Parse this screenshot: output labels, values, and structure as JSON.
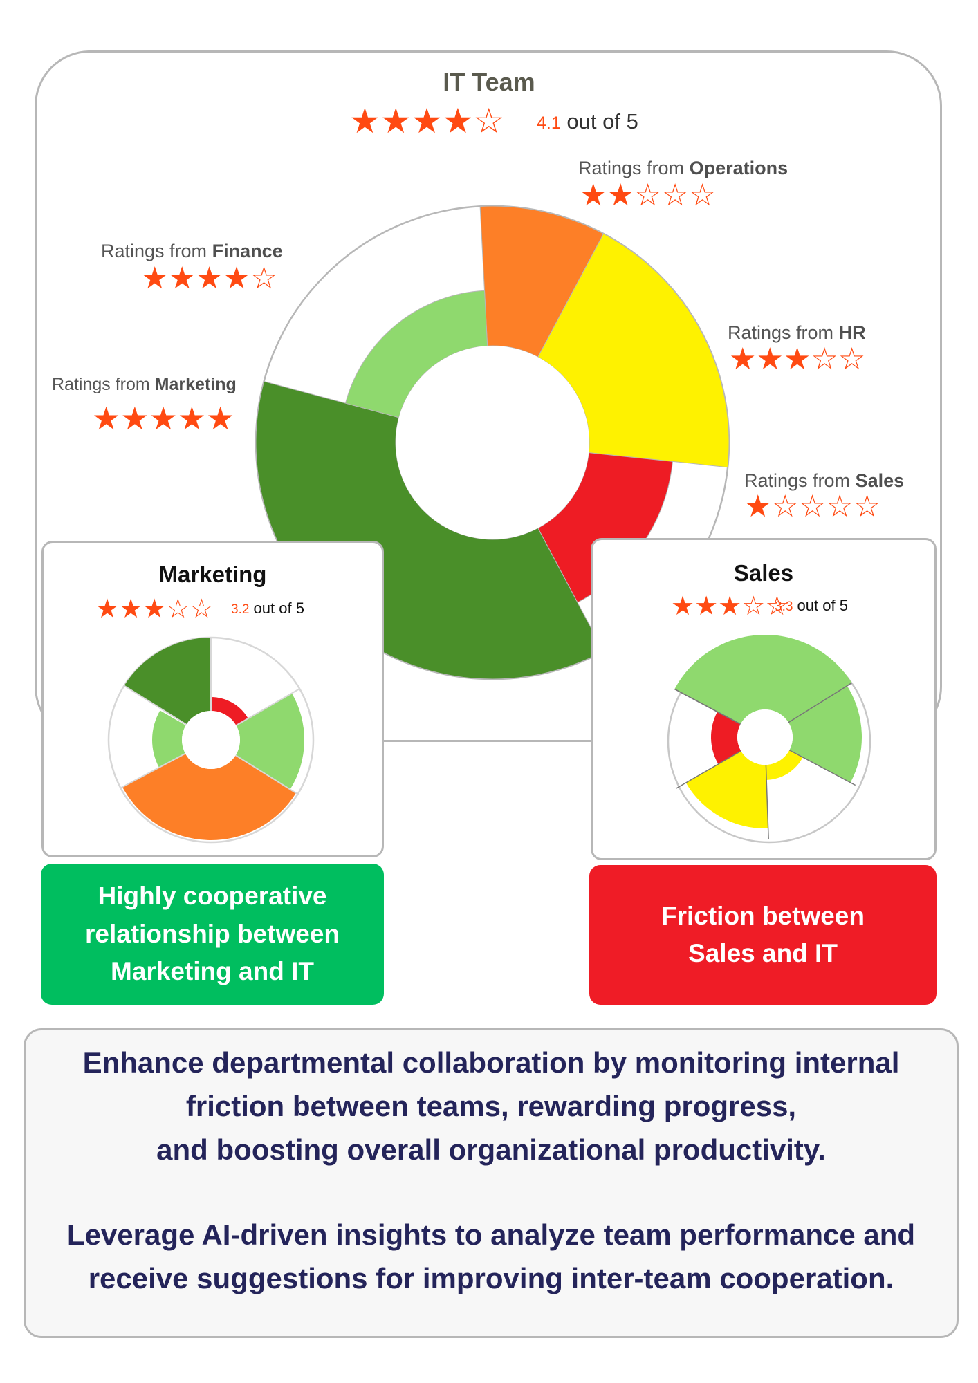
{
  "main": {
    "title": "IT Team",
    "rating": 4.1,
    "score_text": "4.1",
    "out_of": "out of 5",
    "ratings_prefix": "Ratings from",
    "departments": [
      {
        "name": "Operations",
        "stars": 2
      },
      {
        "name": "Finance",
        "stars": 4
      },
      {
        "name": "HR",
        "stars": 3
      },
      {
        "name": "Marketing",
        "stars": 5
      },
      {
        "name": "Sales",
        "stars": 1
      }
    ]
  },
  "cards": {
    "marketing": {
      "title": "Marketing",
      "rating": 3.2,
      "score_text": "3.2",
      "out_of": "out of 5"
    },
    "sales": {
      "title": "Sales",
      "rating": 3.3,
      "score_text": "3.3",
      "out_of": "out of 5"
    }
  },
  "callouts": {
    "marketing": {
      "line1": "Highly cooperative",
      "line2": "relationship between",
      "line3": "Marketing and IT",
      "color": "#00be5f"
    },
    "sales": {
      "line1": "Friction between",
      "line2": "Sales and IT",
      "color": "#ef1c26"
    }
  },
  "summary": {
    "p1_line1": "Enhance departmental collaboration by monitoring internal",
    "p1_line2": "friction between teams, rewarding progress,",
    "p1_line3": "and boosting overall organizational productivity.",
    "p2_line1": "Leverage AI-driven insights to analyze team performance and",
    "p2_line2": "receive suggestions for improving inter-team cooperation."
  },
  "colors": {
    "star": "#ff4a12",
    "dark_green": "#4a8f29",
    "light_green": "#8fd96e",
    "orange": "#fd7f27",
    "yellow": "#fef200",
    "red": "#ee1c24",
    "outline": "#b7b7b7"
  }
}
